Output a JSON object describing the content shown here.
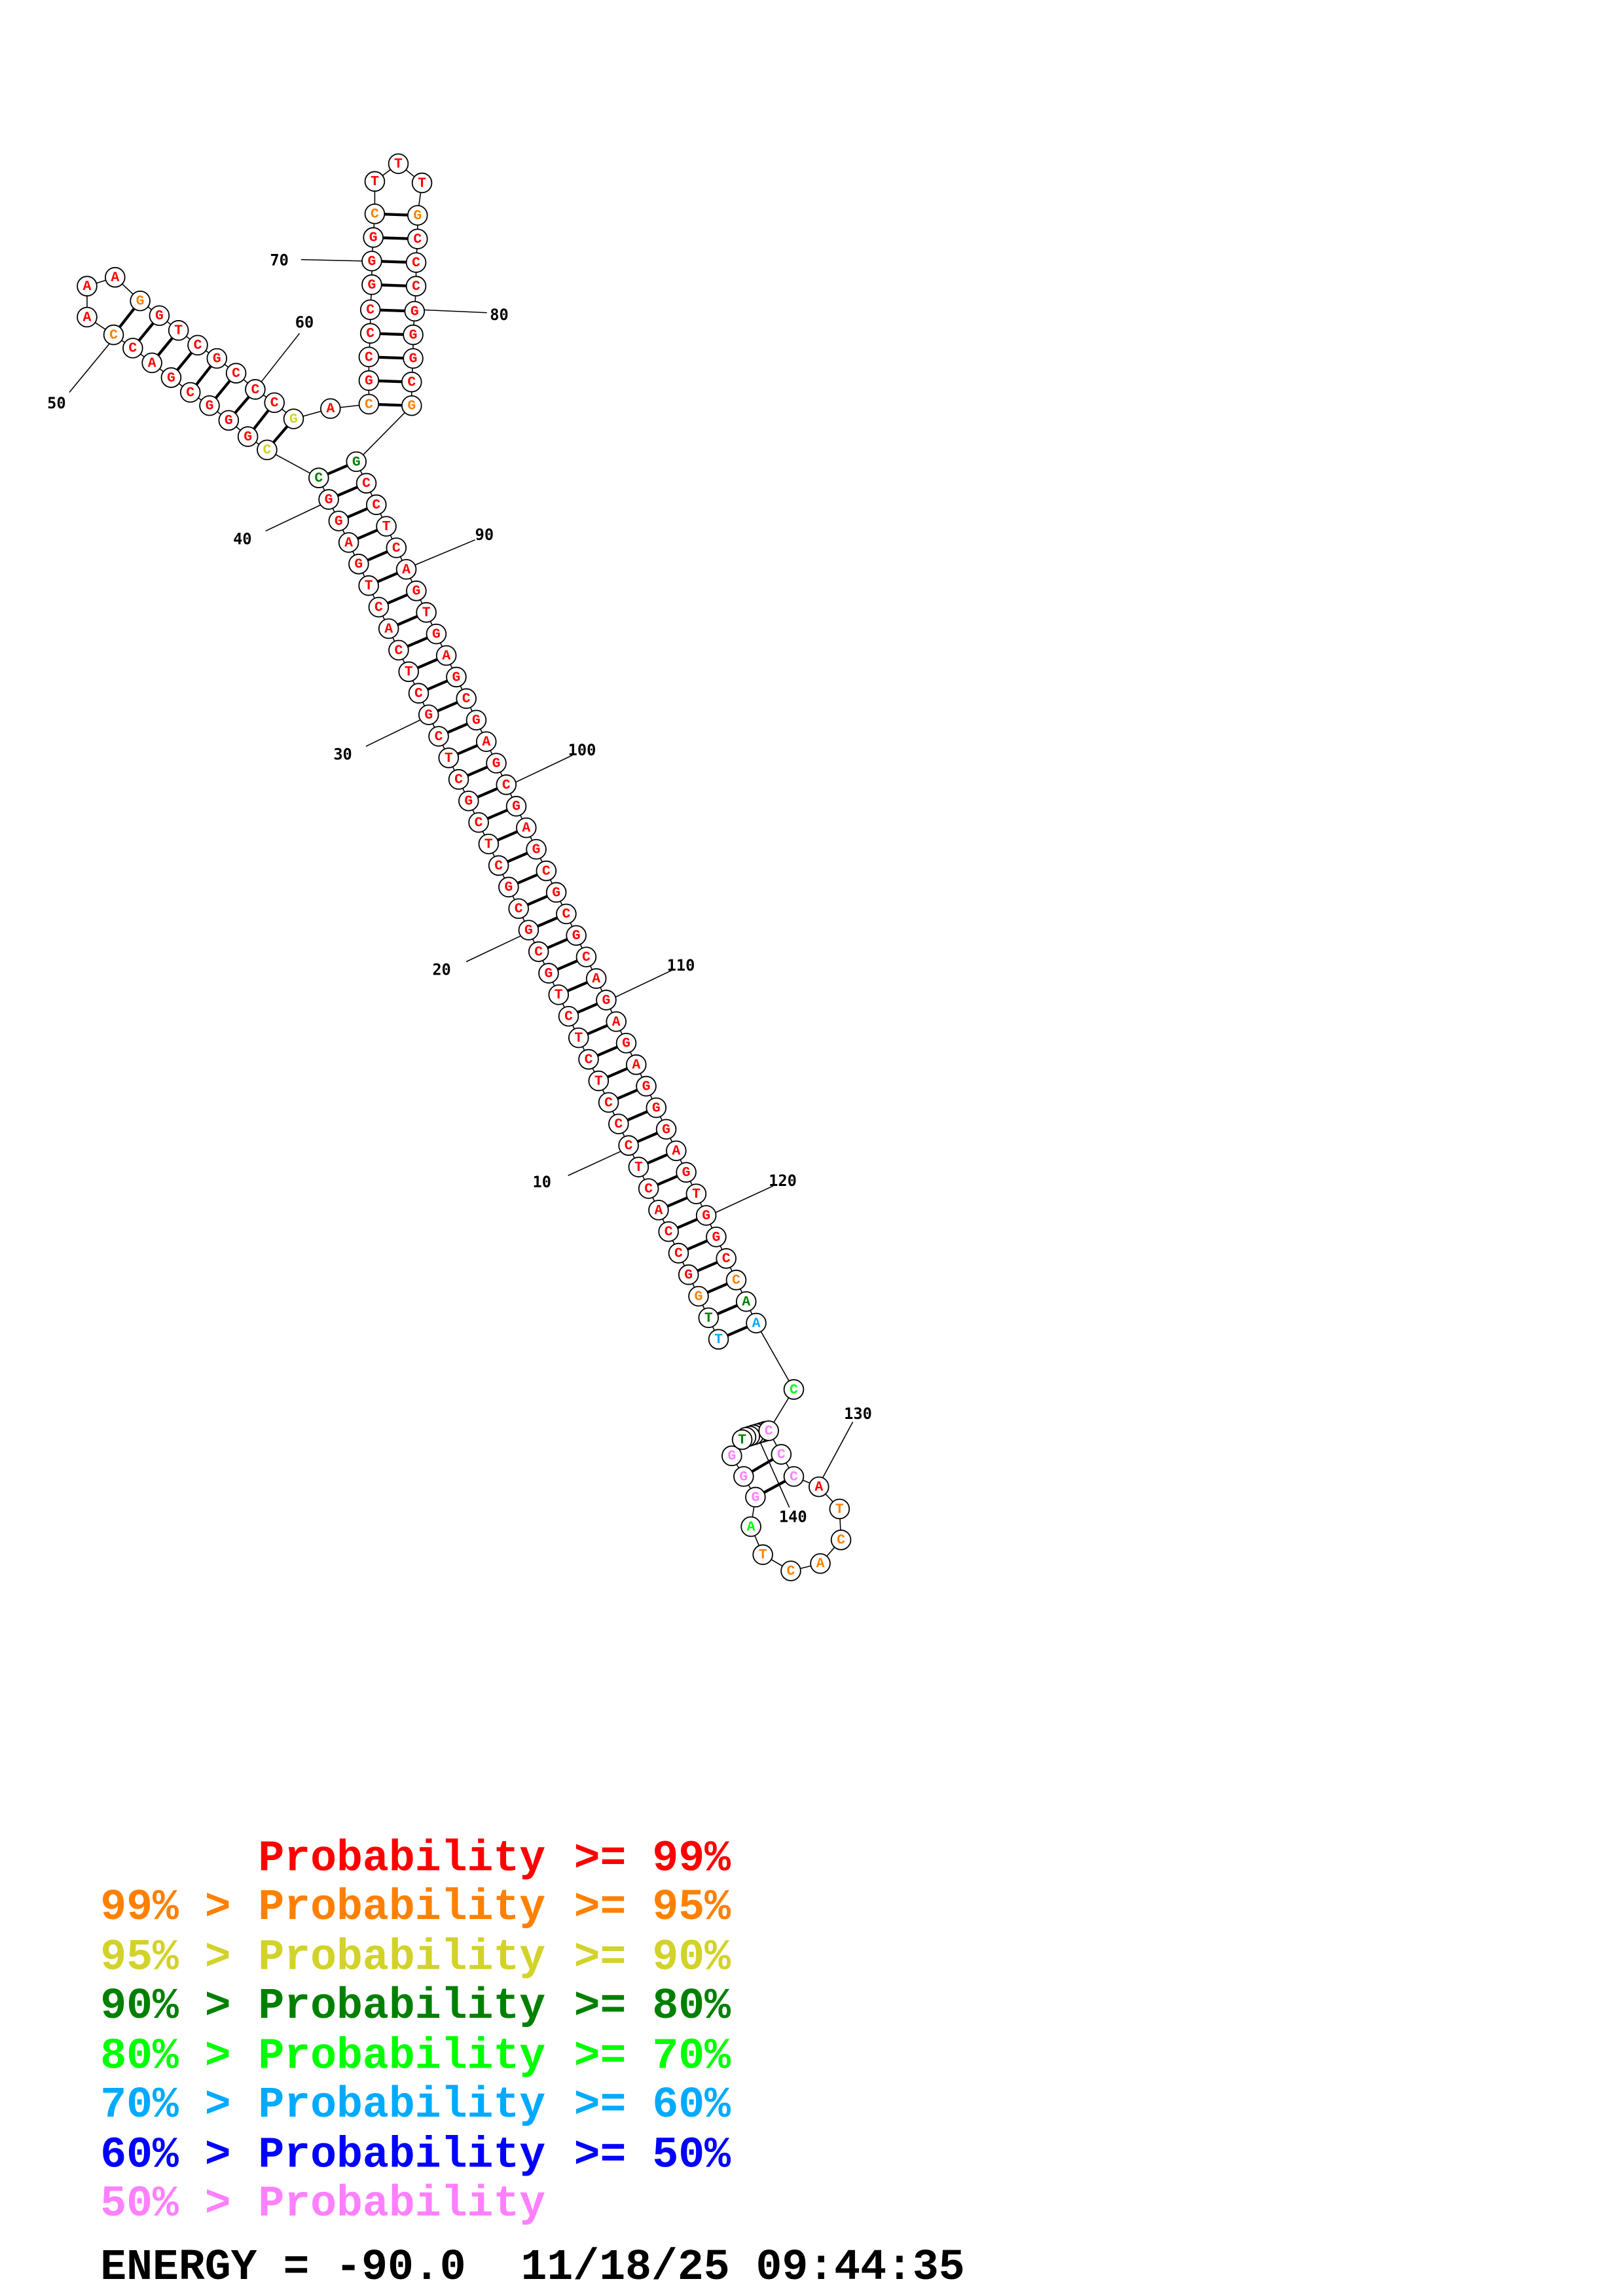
{
  "colors": {
    "p99": "#ff0000",
    "p95": "#ff8000",
    "p90": "#d2d22a",
    "p80": "#008000",
    "p70": "#00ff00",
    "p60": "#00aaff",
    "p50": "#0000ff",
    "plow": "#ff80ff"
  },
  "nucleotides": [
    {
      "n": 1,
      "base": "T",
      "prob": "p60"
    },
    {
      "n": 2,
      "base": "T",
      "prob": "p80"
    },
    {
      "n": 3,
      "base": "G",
      "prob": "p95"
    },
    {
      "n": 4,
      "base": "G",
      "prob": "p99"
    },
    {
      "n": 5,
      "base": "C",
      "prob": "p99"
    },
    {
      "n": 6,
      "base": "C",
      "prob": "p99"
    },
    {
      "n": 7,
      "base": "A",
      "prob": "p99"
    },
    {
      "n": 8,
      "base": "C",
      "prob": "p99"
    },
    {
      "n": 9,
      "base": "T",
      "prob": "p99"
    },
    {
      "n": 10,
      "base": "C",
      "prob": "p99"
    },
    {
      "n": 11,
      "base": "C",
      "prob": "p99"
    },
    {
      "n": 12,
      "base": "C",
      "prob": "p99"
    },
    {
      "n": 13,
      "base": "T",
      "prob": "p99"
    },
    {
      "n": 14,
      "base": "C",
      "prob": "p99"
    },
    {
      "n": 15,
      "base": "T",
      "prob": "p99"
    },
    {
      "n": 16,
      "base": "C",
      "prob": "p99"
    },
    {
      "n": 17,
      "base": "T",
      "prob": "p99"
    },
    {
      "n": 18,
      "base": "G",
      "prob": "p99"
    },
    {
      "n": 19,
      "base": "C",
      "prob": "p99"
    },
    {
      "n": 20,
      "base": "G",
      "prob": "p99"
    },
    {
      "n": 21,
      "base": "C",
      "prob": "p99"
    },
    {
      "n": 22,
      "base": "G",
      "prob": "p99"
    },
    {
      "n": 23,
      "base": "C",
      "prob": "p99"
    },
    {
      "n": 24,
      "base": "T",
      "prob": "p99"
    },
    {
      "n": 25,
      "base": "C",
      "prob": "p99"
    },
    {
      "n": 26,
      "base": "G",
      "prob": "p99"
    },
    {
      "n": 27,
      "base": "C",
      "prob": "p99"
    },
    {
      "n": 28,
      "base": "T",
      "prob": "p99"
    },
    {
      "n": 29,
      "base": "C",
      "prob": "p99"
    },
    {
      "n": 30,
      "base": "G",
      "prob": "p99"
    },
    {
      "n": 31,
      "base": "C",
      "prob": "p99"
    },
    {
      "n": 32,
      "base": "T",
      "prob": "p99"
    },
    {
      "n": 33,
      "base": "C",
      "prob": "p99"
    },
    {
      "n": 34,
      "base": "A",
      "prob": "p99"
    },
    {
      "n": 35,
      "base": "C",
      "prob": "p99"
    },
    {
      "n": 36,
      "base": "T",
      "prob": "p99"
    },
    {
      "n": 37,
      "base": "G",
      "prob": "p99"
    },
    {
      "n": 38,
      "base": "A",
      "prob": "p99"
    },
    {
      "n": 39,
      "base": "G",
      "prob": "p99"
    },
    {
      "n": 40,
      "base": "G",
      "prob": "p99"
    },
    {
      "n": 41,
      "base": "C",
      "prob": "p80"
    },
    {
      "n": 42,
      "base": "C",
      "prob": "p90"
    },
    {
      "n": 43,
      "base": "G",
      "prob": "p99"
    },
    {
      "n": 44,
      "base": "G",
      "prob": "p99"
    },
    {
      "n": 45,
      "base": "G",
      "prob": "p99"
    },
    {
      "n": 46,
      "base": "C",
      "prob": "p99"
    },
    {
      "n": 47,
      "base": "G",
      "prob": "p99"
    },
    {
      "n": 48,
      "base": "A",
      "prob": "p99"
    },
    {
      "n": 49,
      "base": "C",
      "prob": "p99"
    },
    {
      "n": 50,
      "base": "C",
      "prob": "p95"
    },
    {
      "n": 51,
      "base": "A",
      "prob": "p99"
    },
    {
      "n": 52,
      "base": "A",
      "prob": "p99"
    },
    {
      "n": 53,
      "base": "A",
      "prob": "p99"
    },
    {
      "n": 54,
      "base": "G",
      "prob": "p95"
    },
    {
      "n": 55,
      "base": "G",
      "prob": "p99"
    },
    {
      "n": 56,
      "base": "T",
      "prob": "p99"
    },
    {
      "n": 57,
      "base": "C",
      "prob": "p99"
    },
    {
      "n": 58,
      "base": "G",
      "prob": "p99"
    },
    {
      "n": 59,
      "base": "C",
      "prob": "p99"
    },
    {
      "n": 60,
      "base": "C",
      "prob": "p99"
    },
    {
      "n": 61,
      "base": "C",
      "prob": "p99"
    },
    {
      "n": 62,
      "base": "G",
      "prob": "p90"
    },
    {
      "n": 63,
      "base": "A",
      "prob": "p99"
    },
    {
      "n": 64,
      "base": "C",
      "prob": "p95"
    },
    {
      "n": 65,
      "base": "G",
      "prob": "p99"
    },
    {
      "n": 66,
      "base": "C",
      "prob": "p99"
    },
    {
      "n": 67,
      "base": "C",
      "prob": "p99"
    },
    {
      "n": 68,
      "base": "C",
      "prob": "p99"
    },
    {
      "n": 69,
      "base": "G",
      "prob": "p99"
    },
    {
      "n": 70,
      "base": "G",
      "prob": "p99"
    },
    {
      "n": 71,
      "base": "G",
      "prob": "p99"
    },
    {
      "n": 72,
      "base": "C",
      "prob": "p95"
    },
    {
      "n": 73,
      "base": "T",
      "prob": "p99"
    },
    {
      "n": 74,
      "base": "T",
      "prob": "p99"
    },
    {
      "n": 75,
      "base": "T",
      "prob": "p99"
    },
    {
      "n": 76,
      "base": "G",
      "prob": "p95"
    },
    {
      "n": 77,
      "base": "C",
      "prob": "p99"
    },
    {
      "n": 78,
      "base": "C",
      "prob": "p99"
    },
    {
      "n": 79,
      "base": "C",
      "prob": "p99"
    },
    {
      "n": 80,
      "base": "G",
      "prob": "p99"
    },
    {
      "n": 81,
      "base": "G",
      "prob": "p99"
    },
    {
      "n": 82,
      "base": "G",
      "prob": "p99"
    },
    {
      "n": 83,
      "base": "C",
      "prob": "p99"
    },
    {
      "n": 84,
      "base": "G",
      "prob": "p95"
    },
    {
      "n": 85,
      "base": "G",
      "prob": "p80"
    },
    {
      "n": 86,
      "base": "C",
      "prob": "p99"
    },
    {
      "n": 87,
      "base": "C",
      "prob": "p99"
    },
    {
      "n": 88,
      "base": "T",
      "prob": "p99"
    },
    {
      "n": 89,
      "base": "C",
      "prob": "p99"
    },
    {
      "n": 90,
      "base": "A",
      "prob": "p99"
    },
    {
      "n": 91,
      "base": "G",
      "prob": "p99"
    },
    {
      "n": 92,
      "base": "T",
      "prob": "p99"
    },
    {
      "n": 93,
      "base": "G",
      "prob": "p99"
    },
    {
      "n": 94,
      "base": "A",
      "prob": "p99"
    },
    {
      "n": 95,
      "base": "G",
      "prob": "p99"
    },
    {
      "n": 96,
      "base": "C",
      "prob": "p99"
    },
    {
      "n": 97,
      "base": "G",
      "prob": "p99"
    },
    {
      "n": 98,
      "base": "A",
      "prob": "p99"
    },
    {
      "n": 99,
      "base": "G",
      "prob": "p99"
    },
    {
      "n": 100,
      "base": "C",
      "prob": "p99"
    },
    {
      "n": 101,
      "base": "G",
      "prob": "p99"
    },
    {
      "n": 102,
      "base": "A",
      "prob": "p99"
    },
    {
      "n": 103,
      "base": "G",
      "prob": "p99"
    },
    {
      "n": 104,
      "base": "C",
      "prob": "p99"
    },
    {
      "n": 105,
      "base": "G",
      "prob": "p99"
    },
    {
      "n": 106,
      "base": "C",
      "prob": "p99"
    },
    {
      "n": 107,
      "base": "G",
      "prob": "p99"
    },
    {
      "n": 108,
      "base": "C",
      "prob": "p99"
    },
    {
      "n": 109,
      "base": "A",
      "prob": "p99"
    },
    {
      "n": 110,
      "base": "G",
      "prob": "p99"
    },
    {
      "n": 111,
      "base": "A",
      "prob": "p99"
    },
    {
      "n": 112,
      "base": "G",
      "prob": "p99"
    },
    {
      "n": 113,
      "base": "A",
      "prob": "p99"
    },
    {
      "n": 114,
      "base": "G",
      "prob": "p99"
    },
    {
      "n": 115,
      "base": "G",
      "prob": "p99"
    },
    {
      "n": 116,
      "base": "G",
      "prob": "p99"
    },
    {
      "n": 117,
      "base": "A",
      "prob": "p99"
    },
    {
      "n": 118,
      "base": "G",
      "prob": "p99"
    },
    {
      "n": 119,
      "base": "T",
      "prob": "p99"
    },
    {
      "n": 120,
      "base": "G",
      "prob": "p99"
    },
    {
      "n": 121,
      "base": "G",
      "prob": "p99"
    },
    {
      "n": 122,
      "base": "C",
      "prob": "p99"
    },
    {
      "n": 123,
      "base": "C",
      "prob": "p95"
    },
    {
      "n": 124,
      "base": "A",
      "prob": "p80"
    },
    {
      "n": 125,
      "base": "A",
      "prob": "p60"
    },
    {
      "n": 126,
      "base": "C",
      "prob": "p70"
    },
    {
      "n": 127,
      "base": "C",
      "prob": "plow"
    },
    {
      "n": 128,
      "base": "C",
      "prob": "plow"
    },
    {
      "n": 129,
      "base": "C",
      "prob": "plow"
    },
    {
      "n": 130,
      "base": "A",
      "prob": "p99"
    },
    {
      "n": 131,
      "base": "T",
      "prob": "p95"
    },
    {
      "n": 132,
      "base": "C",
      "prob": "p95"
    },
    {
      "n": 133,
      "base": "A",
      "prob": "p95"
    },
    {
      "n": 134,
      "base": "C",
      "prob": "p95"
    },
    {
      "n": 135,
      "base": "T",
      "prob": "p95"
    },
    {
      "n": 136,
      "base": "A",
      "prob": "p70"
    },
    {
      "n": 137,
      "base": "G",
      "prob": "plow"
    },
    {
      "n": 138,
      "base": "G",
      "prob": "plow"
    },
    {
      "n": 139,
      "base": "G",
      "prob": "plow"
    },
    {
      "n": 140,
      "base": "T",
      "prob": "p80"
    }
  ],
  "pairs": [
    [
      1,
      125
    ],
    [
      2,
      124
    ],
    [
      3,
      123
    ],
    [
      4,
      122
    ],
    [
      5,
      121
    ],
    [
      6,
      120
    ],
    [
      7,
      119
    ],
    [
      8,
      118
    ],
    [
      9,
      117
    ],
    [
      10,
      116
    ],
    [
      11,
      115
    ],
    [
      12,
      114
    ],
    [
      13,
      113
    ],
    [
      14,
      112
    ],
    [
      15,
      111
    ],
    [
      16,
      110
    ],
    [
      17,
      109
    ],
    [
      18,
      108
    ],
    [
      19,
      107
    ],
    [
      20,
      106
    ],
    [
      21,
      105
    ],
    [
      22,
      104
    ],
    [
      23,
      103
    ],
    [
      24,
      102
    ],
    [
      25,
      101
    ],
    [
      26,
      100
    ],
    [
      27,
      99
    ],
    [
      28,
      98
    ],
    [
      29,
      97
    ],
    [
      30,
      96
    ],
    [
      31,
      95
    ],
    [
      32,
      94
    ],
    [
      33,
      93
    ],
    [
      34,
      92
    ],
    [
      35,
      91
    ],
    [
      36,
      90
    ],
    [
      37,
      89
    ],
    [
      38,
      88
    ],
    [
      39,
      87
    ],
    [
      40,
      86
    ],
    [
      41,
      85
    ],
    [
      42,
      62
    ],
    [
      43,
      61
    ],
    [
      44,
      60
    ],
    [
      45,
      59
    ],
    [
      46,
      58
    ],
    [
      47,
      57
    ],
    [
      48,
      56
    ],
    [
      49,
      55
    ],
    [
      50,
      54
    ],
    [
      64,
      84
    ],
    [
      65,
      83
    ],
    [
      66,
      82
    ],
    [
      67,
      81
    ],
    [
      68,
      80
    ],
    [
      69,
      79
    ],
    [
      70,
      78
    ],
    [
      71,
      77
    ],
    [
      72,
      76
    ],
    [
      128,
      138
    ],
    [
      129,
      137
    ]
  ],
  "position_labels": [
    "10",
    "20",
    "30",
    "40",
    "50",
    "60",
    "70",
    "80",
    "90",
    "100",
    "110",
    "120",
    "130",
    "140"
  ],
  "legend": [
    {
      "prefix": "",
      "label": "Probability",
      "suffix": ">= 99%",
      "prob": "p99"
    },
    {
      "prefix": "99% >",
      "label": "Probability",
      "suffix": ">= 95%",
      "prob": "p95"
    },
    {
      "prefix": "95% >",
      "label": "Probability",
      "suffix": ">= 90%",
      "prob": "p90"
    },
    {
      "prefix": "90% >",
      "label": "Probability",
      "suffix": ">= 80%",
      "prob": "p80"
    },
    {
      "prefix": "80% >",
      "label": "Probability",
      "suffix": ">= 70%",
      "prob": "p70"
    },
    {
      "prefix": "70% >",
      "label": "Probability",
      "suffix": ">= 60%",
      "prob": "p60"
    },
    {
      "prefix": "60% >",
      "label": "Probability",
      "suffix": ">= 50%",
      "prob": "p50"
    },
    {
      "prefix": "50% >",
      "label": "Probability",
      "suffix": "",
      "prob": "plow"
    }
  ],
  "footer": {
    "energy": "ENERGY = -90.0",
    "timestamp": "11/18/25 09:44:35"
  }
}
